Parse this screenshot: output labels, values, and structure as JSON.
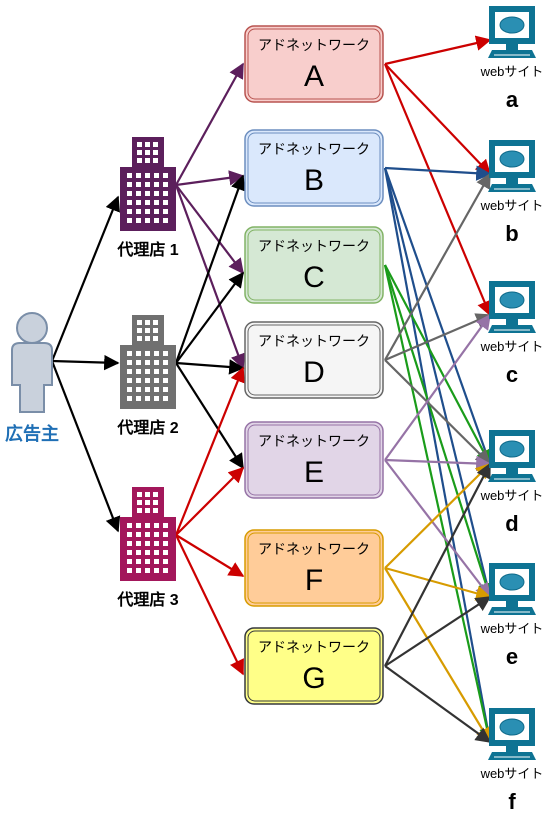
{
  "advertiser": {
    "label": "広告主",
    "color": "#1f6fb5"
  },
  "agencies": [
    {
      "id": "agency-1",
      "label": "代理店 1",
      "color": "#5c1f5c"
    },
    {
      "id": "agency-2",
      "label": "代理店 2",
      "color": "#707070"
    },
    {
      "id": "agency-3",
      "label": "代理店 3",
      "color": "#a3175b"
    }
  ],
  "networks": [
    {
      "id": "A",
      "title": "アドネットワーク",
      "letter": "A",
      "fill": "#f8cecc",
      "stroke": "#b85450"
    },
    {
      "id": "B",
      "title": "アドネットワーク",
      "letter": "B",
      "fill": "#dae8fc",
      "stroke": "#6c8ebf"
    },
    {
      "id": "C",
      "title": "アドネットワーク",
      "letter": "C",
      "fill": "#d5e8d4",
      "stroke": "#82b366"
    },
    {
      "id": "D",
      "title": "アドネットワーク",
      "letter": "D",
      "fill": "#f5f5f5",
      "stroke": "#666666"
    },
    {
      "id": "E",
      "title": "アドネットワーク",
      "letter": "E",
      "fill": "#e1d5e7",
      "stroke": "#9673a6"
    },
    {
      "id": "F",
      "title": "アドネットワーク",
      "letter": "F",
      "fill": "#ffcc99",
      "stroke": "#d79b00"
    },
    {
      "id": "G",
      "title": "アドネットワーク",
      "letter": "G",
      "fill": "#ffff88",
      "stroke": "#36393d"
    }
  ],
  "sites": [
    {
      "id": "a",
      "label": "webサイト",
      "letter": "a"
    },
    {
      "id": "b",
      "label": "webサイト",
      "letter": "b"
    },
    {
      "id": "c",
      "label": "webサイト",
      "letter": "c"
    },
    {
      "id": "d",
      "label": "webサイト",
      "letter": "d"
    },
    {
      "id": "e",
      "label": "webサイト",
      "letter": "e"
    },
    {
      "id": "f",
      "label": "webサイト",
      "letter": "f"
    }
  ],
  "edges": {
    "advertiser_to_agency": [
      "agency-1",
      "agency-2",
      "agency-3"
    ],
    "agency_to_network": {
      "agency-1": {
        "color": "#5c1f5c",
        "targets": [
          "A",
          "B",
          "C",
          "D"
        ]
      },
      "agency-2": {
        "color": "#000000",
        "targets": [
          "B",
          "C",
          "D",
          "E"
        ]
      },
      "agency-3": {
        "color": "#cc0000",
        "targets": [
          "D",
          "E",
          "F",
          "G"
        ]
      }
    },
    "network_to_site": {
      "A": {
        "color": "#cc0000",
        "targets": [
          "a",
          "b",
          "c"
        ]
      },
      "B": {
        "color": "#1f4e8c",
        "targets": [
          "b",
          "d",
          "e",
          "f"
        ]
      },
      "C": {
        "color": "#1a9c1a",
        "targets": [
          "d",
          "e",
          "f"
        ]
      },
      "D": {
        "color": "#666666",
        "targets": [
          "b",
          "c",
          "d"
        ]
      },
      "E": {
        "color": "#9673a6",
        "targets": [
          "c",
          "d",
          "e"
        ]
      },
      "F": {
        "color": "#d79b00",
        "targets": [
          "d",
          "e",
          "f"
        ]
      },
      "G": {
        "color": "#333333",
        "targets": [
          "d",
          "e",
          "f"
        ]
      }
    }
  }
}
